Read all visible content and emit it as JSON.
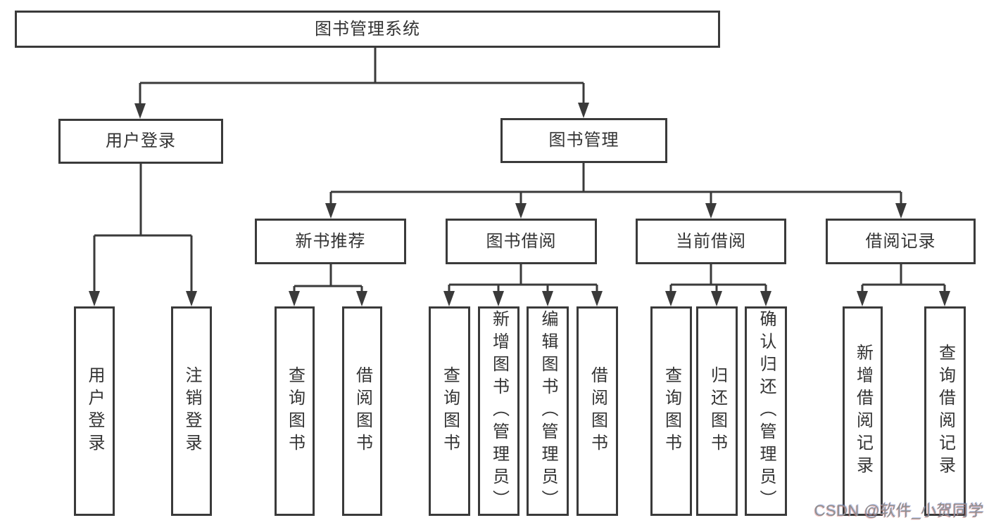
{
  "diagram": {
    "title": "图书管理系统",
    "type": "hierarchy-tree",
    "tree": {
      "label": "图书管理系统",
      "children": [
        {
          "label": "用户登录",
          "children": [
            {
              "label": "用户登录"
            },
            {
              "label": "注销登录"
            }
          ]
        },
        {
          "label": "图书管理",
          "children": [
            {
              "label": "新书推荐",
              "children": [
                {
                  "label": "查询图书"
                },
                {
                  "label": "借阅图书"
                }
              ]
            },
            {
              "label": "图书借阅",
              "children": [
                {
                  "label": "查询图书"
                },
                {
                  "label": "新增图书（管理员）"
                },
                {
                  "label": "编辑图书（管理员）"
                },
                {
                  "label": "借阅图书"
                }
              ]
            },
            {
              "label": "当前借阅",
              "children": [
                {
                  "label": "查询图书"
                },
                {
                  "label": "归还图书"
                },
                {
                  "label": "确认归还（管理员）"
                }
              ]
            },
            {
              "label": "借阅记录",
              "children": [
                {
                  "label": "新增借阅记录"
                },
                {
                  "label": "查询借阅记录"
                }
              ]
            }
          ]
        }
      ]
    }
  },
  "watermark": {
    "text": "CSDN @软件_小贺同学"
  },
  "colors": {
    "background": "#ffffff",
    "line": "#3a3a3a",
    "box_border": "#3a3a3a",
    "text": "#333333",
    "watermark_text": "#8f8f8f"
  }
}
